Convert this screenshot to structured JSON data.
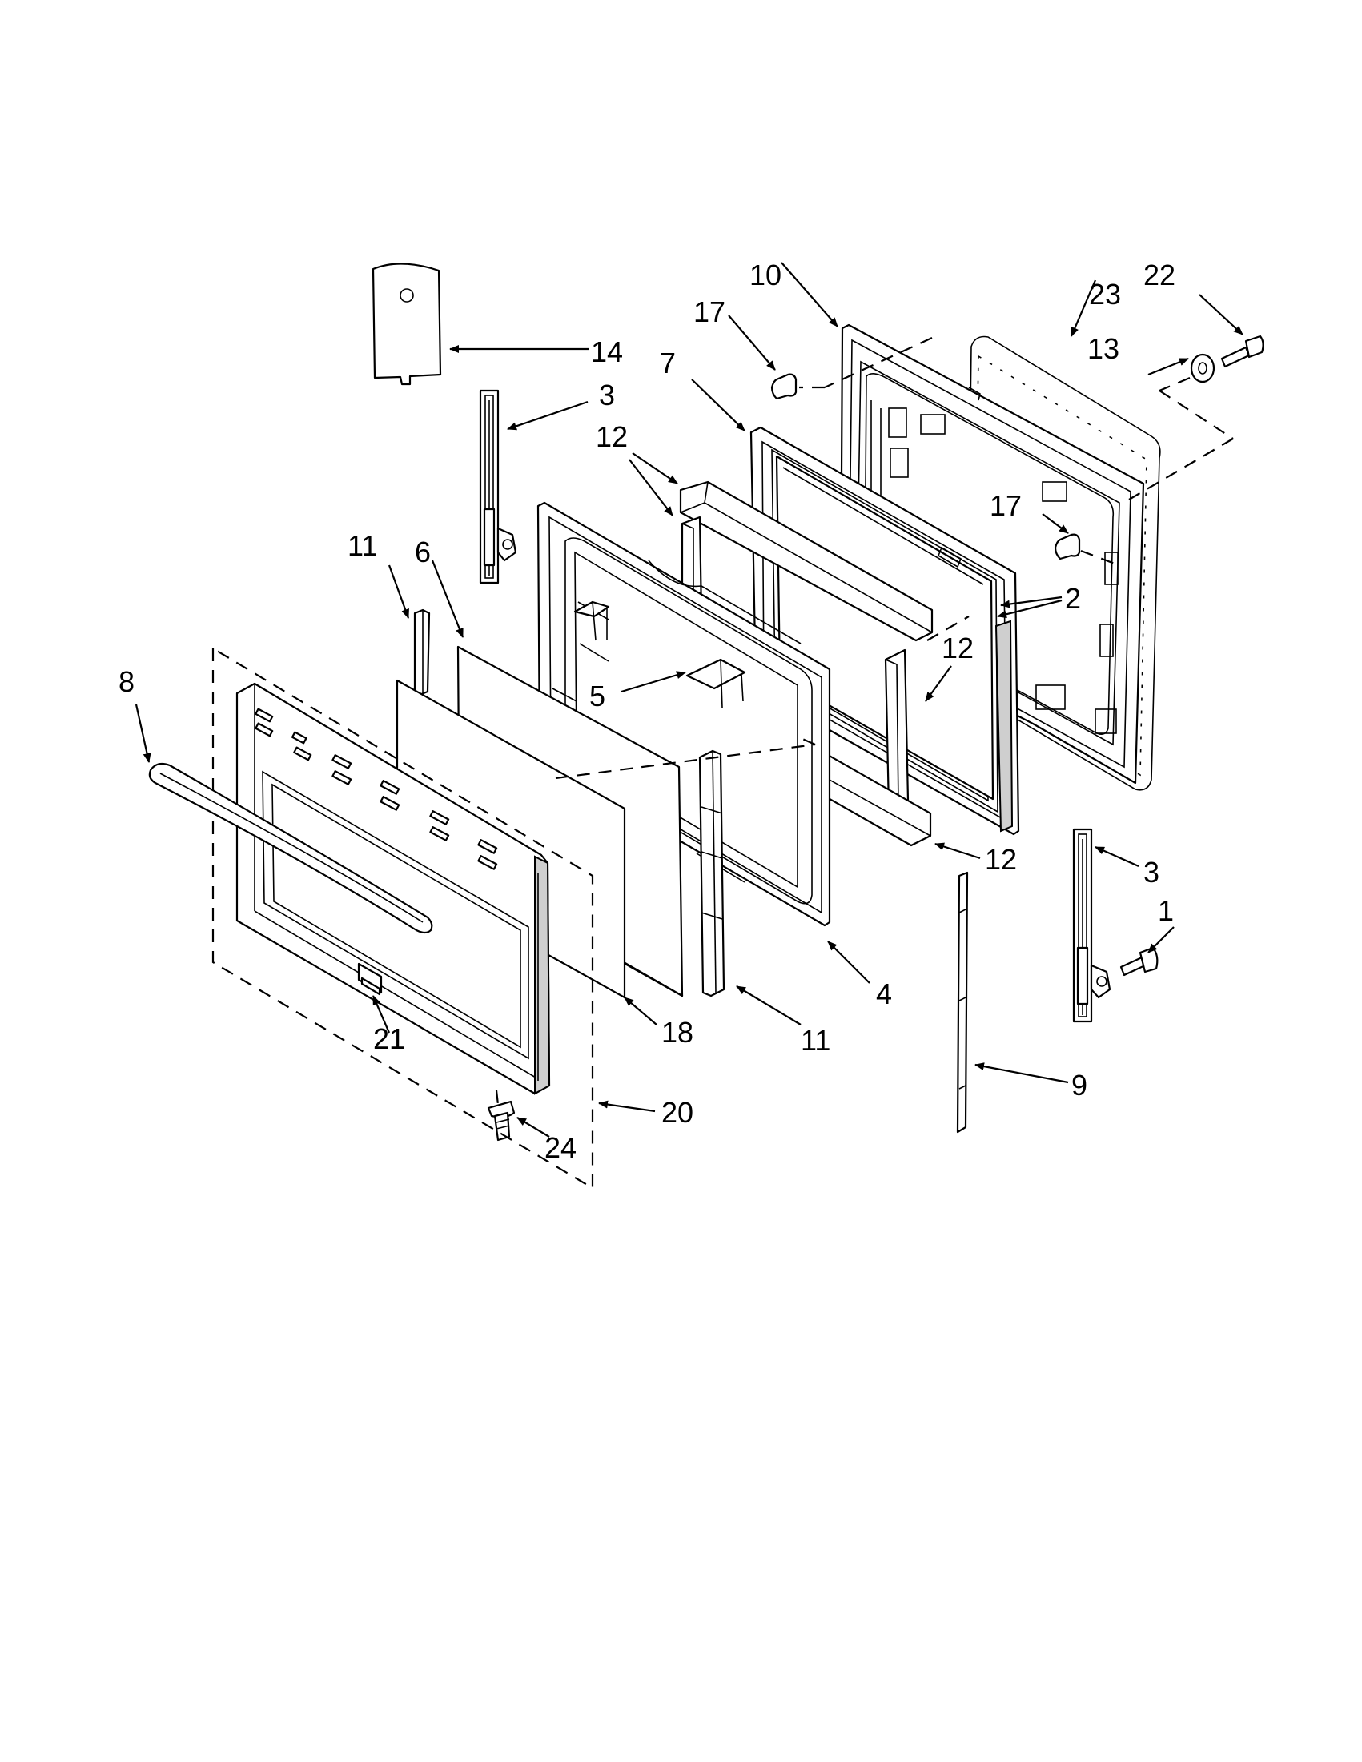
{
  "callouts": {
    "c1": "1",
    "c2": "2",
    "c3a": "3",
    "c3b": "3",
    "c4": "4",
    "c5": "5",
    "c6": "6",
    "c7": "7",
    "c8": "8",
    "c9": "9",
    "c10": "10",
    "c11a": "11",
    "c11b": "11",
    "c12a": "12",
    "c12b": "12",
    "c12c": "12",
    "c13": "13",
    "c14": "14",
    "c17a": "17",
    "c17b": "17",
    "c18": "18",
    "c20": "20",
    "c21": "21",
    "c22": "22",
    "c23": "23",
    "c24": "24"
  }
}
